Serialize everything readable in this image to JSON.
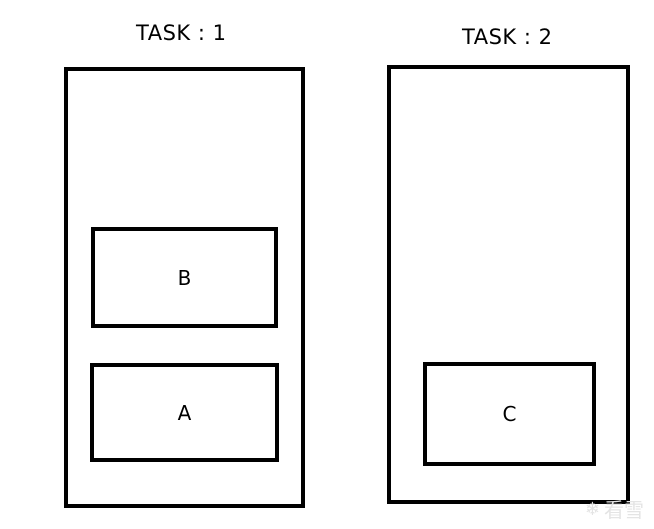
{
  "tasks": [
    {
      "title": "TASK : 1",
      "activities": [
        "B",
        "A"
      ]
    },
    {
      "title": "TASK : 2",
      "activities": [
        "C"
      ]
    }
  ],
  "watermark": {
    "icon": "snowflake-icon",
    "text": "看雪"
  }
}
